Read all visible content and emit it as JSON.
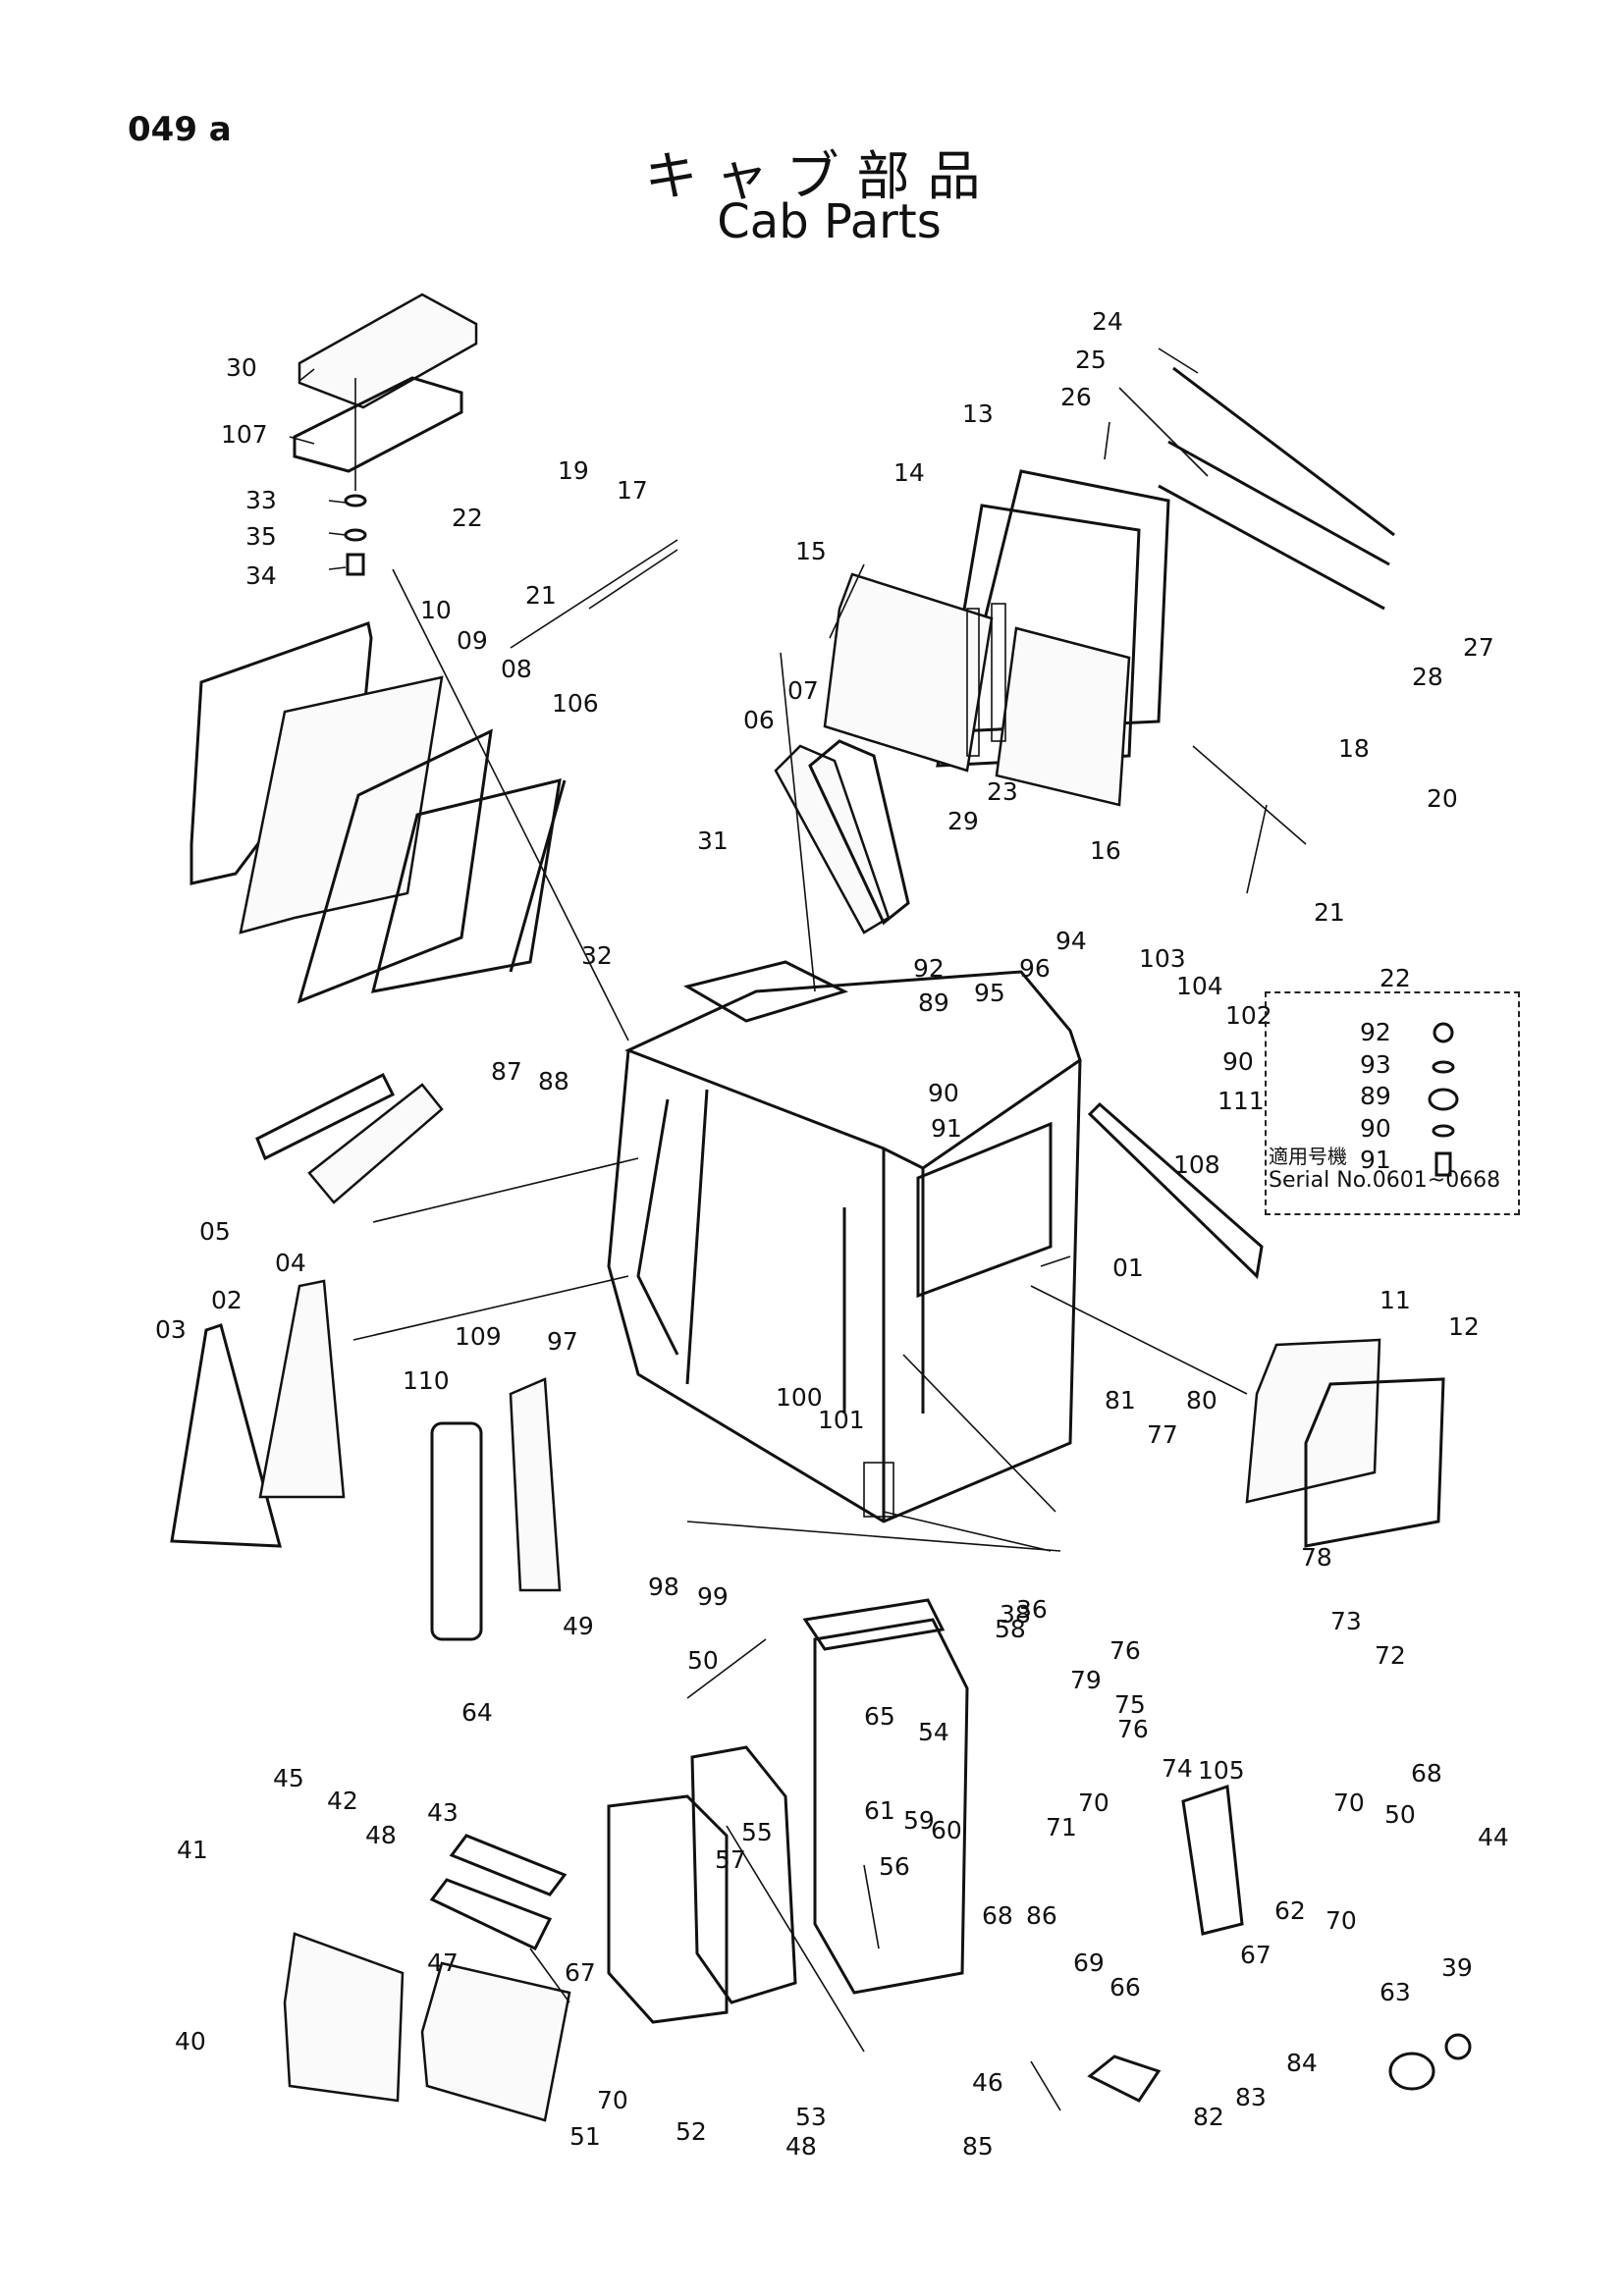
{
  "page_code": "049 a",
  "title_jp": "キャブ部品",
  "title_en": "Cab Parts",
  "note": {
    "caption": "適用号機",
    "serial": "Serial No.0601~0668",
    "parts": [
      "92",
      "93",
      "89",
      "90",
      "91"
    ]
  },
  "labels": [
    "30",
    "107",
    "33",
    "35",
    "34",
    "19",
    "17",
    "22",
    "21",
    "10",
    "09",
    "08",
    "106",
    "15",
    "14",
    "13",
    "24",
    "25",
    "26",
    "27",
    "28",
    "06",
    "07",
    "29",
    "23",
    "16",
    "18",
    "20",
    "21",
    "22",
    "31",
    "32",
    "94",
    "95",
    "96",
    "92",
    "89",
    "90",
    "91",
    "103",
    "104",
    "102",
    "90",
    "111",
    "88",
    "87",
    "108",
    "01",
    "05",
    "04",
    "03",
    "02",
    "97",
    "109",
    "110",
    "100",
    "101",
    "98",
    "99",
    "11",
    "12",
    "81",
    "77",
    "80",
    "78",
    "73",
    "72",
    "79",
    "76",
    "75",
    "76",
    "74",
    "105",
    "36",
    "58",
    "38",
    "50",
    "49",
    "64",
    "65",
    "54",
    "61",
    "55",
    "57",
    "56",
    "60",
    "59",
    "71",
    "70",
    "68",
    "70",
    "50",
    "44",
    "45",
    "42",
    "41",
    "43",
    "48",
    "47",
    "67",
    "70",
    "68",
    "86",
    "69",
    "70",
    "66",
    "67",
    "62",
    "63",
    "39",
    "40",
    "51",
    "52",
    "53",
    "48",
    "46",
    "85",
    "84",
    "83",
    "82"
  ]
}
